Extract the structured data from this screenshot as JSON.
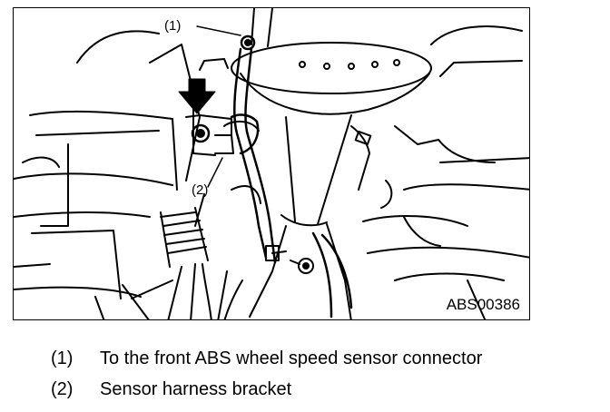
{
  "figure": {
    "id_label": "ABS00386",
    "callouts": [
      {
        "num": "(1)"
      },
      {
        "num": "(2)"
      }
    ]
  },
  "legend": [
    {
      "num": "(1)",
      "text": "To the front ABS wheel speed sensor connector"
    },
    {
      "num": "(2)",
      "text": "Sensor harness bracket"
    }
  ]
}
